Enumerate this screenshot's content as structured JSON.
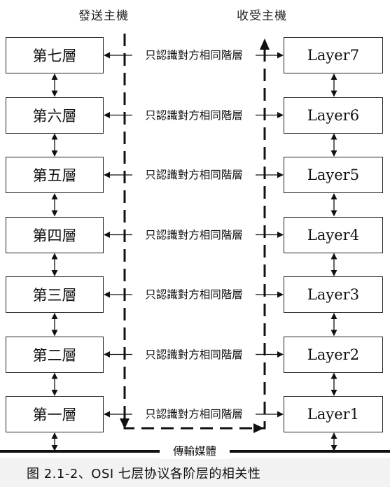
{
  "sender_title": "發送主機",
  "receiver_title": "收受主機",
  "layers": [
    {
      "left": "第七層",
      "right": "Layer7",
      "peer": "只認識對方相同階層"
    },
    {
      "left": "第六層",
      "right": "Layer6",
      "peer": "只認識對方相同階層"
    },
    {
      "left": "第五層",
      "right": "Layer5",
      "peer": "只認識對方相同階層"
    },
    {
      "left": "第四層",
      "right": "Layer4",
      "peer": "只認識對方相同階層"
    },
    {
      "left": "第三層",
      "right": "Layer3",
      "peer": "只認識對方相同階層"
    },
    {
      "left": "第二層",
      "right": "Layer2",
      "peer": "只認識對方相同階層"
    },
    {
      "left": "第一層",
      "right": "Layer1",
      "peer": "只認識對方相同階層"
    }
  ],
  "medium_label": "傳輸媒體",
  "caption": "图 2.1-2、OSI 七层协议各阶层的相关性"
}
